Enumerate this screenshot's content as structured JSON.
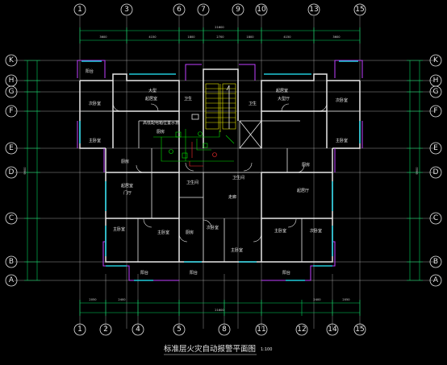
{
  "drawing": {
    "title": "标准层火灾自动报警平面图",
    "scale": "1:100",
    "colors": {
      "background": "#000000",
      "wall": "#e8e8e8",
      "dimension": "#00d860",
      "window": "#20c8d8",
      "balcony": "#c040ff",
      "wiring": "#00e000",
      "stair": "#e6e600",
      "alarm": "#ff3030"
    }
  },
  "axes": {
    "top": [
      "1",
      "3",
      "6",
      "7",
      "9",
      "10",
      "13",
      "15"
    ],
    "bottom": [
      "1",
      "2",
      "4",
      "5",
      "8",
      "11",
      "12",
      "14",
      "15"
    ],
    "left": [
      "K",
      "H",
      "G",
      "F",
      "E",
      "D",
      "C",
      "B",
      "A"
    ],
    "right": [
      "K",
      "H",
      "G",
      "F",
      "E",
      "D",
      "C",
      "B",
      "A"
    ]
  },
  "dims": {
    "top": [
      "3600",
      "4150",
      "1800",
      "2700",
      "1800",
      "4150",
      "3600"
    ],
    "top_total": "21600",
    "bottom": [
      "2050",
      "2400",
      "",
      "",
      "",
      "",
      "2400",
      "2050"
    ],
    "bottom_total": "21600",
    "left_total": "9900",
    "right_total": "9900"
  },
  "rooms": {
    "balcony_tl": "阳台",
    "bedroom_tl": "次卧室",
    "living_l": "大型",
    "living_l2": "起居室",
    "bath_tl": "卫生",
    "bath_tl2": "厨房",
    "bedroom_r": "起居室",
    "living_r": "大型厅",
    "bedroom_tr": "次卧室",
    "bath_tr": "卫生",
    "master_l": "主卧室",
    "master_r": "主卧室",
    "elev_note": "高低配电箱位置示意",
    "kitchen_l": "厨房",
    "kitchen_r": "厨房",
    "dining_l": "起居室",
    "dining_l2": "门厅",
    "dining_r": "起居厅",
    "bath_c1": "卫生间",
    "bath_c2": "卫生间",
    "corr": "走廊",
    "bed_b1": "主卧室",
    "bed_b2": "主卧室",
    "bed_b3": "厨房",
    "bed_b4": "次卧室",
    "bed_b5": "主卧室",
    "bed_b6": "次卧室",
    "bal_b1": "阳台",
    "bal_b2": "阳台",
    "bal_b3": "阳台"
  }
}
